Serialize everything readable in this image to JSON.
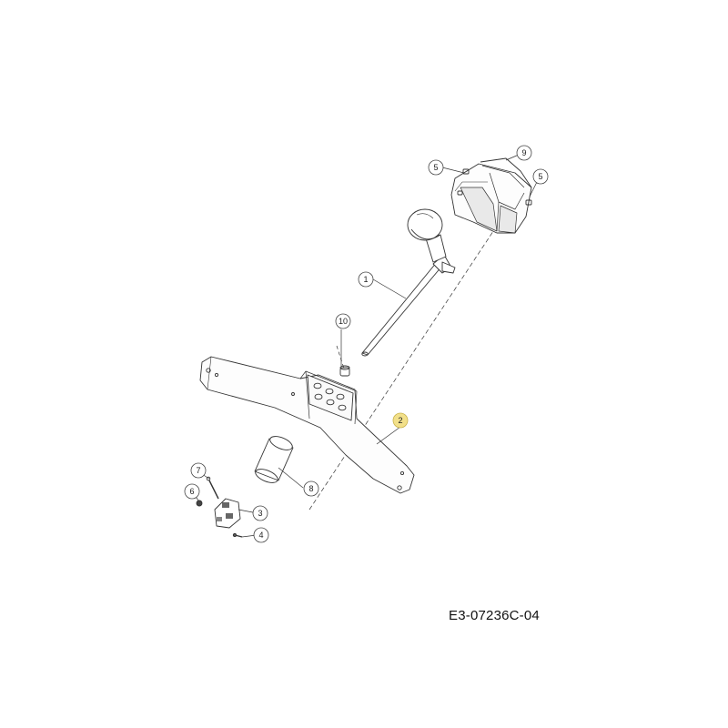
{
  "diagram": {
    "drawing_code": "E3-07236C-04",
    "highlight_color": "#f2e08a",
    "callouts": [
      {
        "id": "c1",
        "label": "1"
      },
      {
        "id": "c2",
        "label": "2",
        "highlighted": true
      },
      {
        "id": "c3",
        "label": "3"
      },
      {
        "id": "c4",
        "label": "4"
      },
      {
        "id": "c5a",
        "label": "5"
      },
      {
        "id": "c5b",
        "label": "5"
      },
      {
        "id": "c6",
        "label": "6"
      },
      {
        "id": "c7",
        "label": "7"
      },
      {
        "id": "c8",
        "label": "8"
      },
      {
        "id": "c9",
        "label": "9"
      },
      {
        "id": "c10",
        "label": "10"
      }
    ]
  }
}
